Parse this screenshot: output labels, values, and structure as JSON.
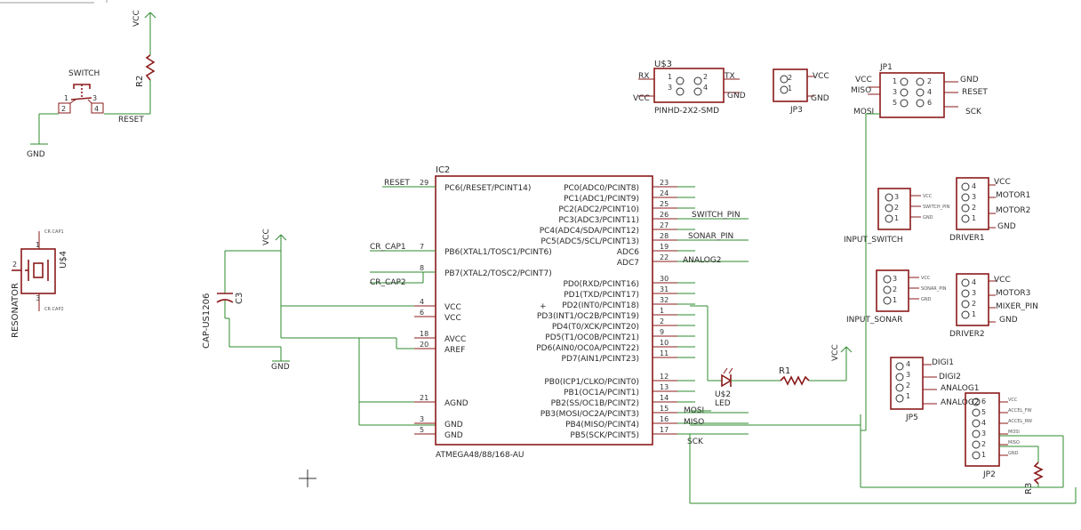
{
  "switch": {
    "name": "SWITCH",
    "pin1": "1",
    "pin2": "2",
    "pin3": "3",
    "pin4": "4",
    "net_reset": "RESET",
    "net_gnd": "GND",
    "res_name": "R2",
    "net_vcc": "VCC"
  },
  "resonator": {
    "name": "U$4",
    "value": "RESONATOR",
    "pin1": "1",
    "pin2": "2",
    "pin3": "3"
  },
  "cap": {
    "name": "C3",
    "value": "CAP-US1206",
    "net_vcc": "VCC",
    "net_gnd": "GND"
  },
  "ic2": {
    "name": "IC2",
    "value": "ATMEGA48/88/168-AU",
    "left_pins": [
      {
        "num": "29",
        "label": "PC6(/RESET/PCINT14)",
        "net": "RESET"
      },
      {
        "num": "7",
        "label": "PB6(XTAL1/TOSC1/PCINT6)",
        "net": "CR_CAP1"
      },
      {
        "num": "8",
        "label": "PB7(XTAL2/TOSC2/PCINT7)",
        "net": "CR_CAP2"
      },
      {
        "num": "4",
        "label": "VCC",
        "net": ""
      },
      {
        "num": "6",
        "label": "VCC",
        "net": ""
      },
      {
        "num": "18",
        "label": "AVCC",
        "net": ""
      },
      {
        "num": "20",
        "label": "AREF",
        "net": ""
      },
      {
        "num": "21",
        "label": "AGND",
        "net": ""
      },
      {
        "num": "3",
        "label": "GND",
        "net": ""
      },
      {
        "num": "5",
        "label": "GND",
        "net": ""
      }
    ],
    "right_pins": [
      {
        "num": "23",
        "label": "PC0(ADC0/PCINT8)",
        "net": ""
      },
      {
        "num": "24",
        "label": "PC1(ADC1/PCINT9)",
        "net": ""
      },
      {
        "num": "25",
        "label": "PC2(ADC2/PCINT10)",
        "net": ""
      },
      {
        "num": "26",
        "label": "PC3(ADC3/PCINT11)",
        "net": "SWITCH_PIN"
      },
      {
        "num": "27",
        "label": "PC4(ADC4/SDA/PCINT12)",
        "net": ""
      },
      {
        "num": "28",
        "label": "PC5(ADC5/SCL/PCINT13)",
        "net": "SONAR_PIN"
      },
      {
        "num": "19",
        "label": "ADC6",
        "net": ""
      },
      {
        "num": "22",
        "label": "ADC7",
        "net": "ANALOG2"
      },
      {
        "num": "30",
        "label": "PD0(RXD/PCINT16)",
        "net": ""
      },
      {
        "num": "31",
        "label": "PD1(TXD/PCINT17)",
        "net": ""
      },
      {
        "num": "32",
        "label": "PD2(INT0/PCINT18)",
        "net": ""
      },
      {
        "num": "1",
        "label": "PD3(INT1/OC2B/PCINT19)",
        "net": ""
      },
      {
        "num": "2",
        "label": "PD4(T0/XCK/PCINT20)",
        "net": ""
      },
      {
        "num": "9",
        "label": "PD5(T1/OC0B/PCINT21)",
        "net": ""
      },
      {
        "num": "10",
        "label": "PD6(AIN0/OC0A/PCINT22)",
        "net": ""
      },
      {
        "num": "11",
        "label": "PD7(AIN1/PCINT23)",
        "net": ""
      },
      {
        "num": "12",
        "label": "PB0(ICP1/CLKO/PCINT0)",
        "net": ""
      },
      {
        "num": "13",
        "label": "PB1(OC1A/PCINT1)",
        "net": ""
      },
      {
        "num": "14",
        "label": "PB2(SS/OC1B/PCINT2)",
        "net": ""
      },
      {
        "num": "15",
        "label": "PB3(MOSI/OC2A/PCINT3)",
        "net": "MOSI"
      },
      {
        "num": "16",
        "label": "PB4(MISO/PCINT4)",
        "net": "MISO"
      },
      {
        "num": "17",
        "label": "PB5(SCK/PCINT5)",
        "net": "SCK"
      }
    ]
  },
  "led": {
    "name": "U$2",
    "value": "LED",
    "res_name": "R1",
    "net_vcc": "VCC"
  },
  "u3": {
    "name": "U$3",
    "value": "PINHD-2X2-SMD",
    "rx": "RX",
    "tx": "TX",
    "vcc": "VCC",
    "gnd": "GND",
    "p1": "1",
    "p2": "2",
    "p3": "3",
    "p4": "4"
  },
  "jp3": {
    "name": "JP3",
    "vcc": "VCC",
    "gnd": "GND",
    "p1": "1",
    "p2": "2"
  },
  "jp1": {
    "name": "JP1",
    "vcc": "VCC",
    "miso": "MISO",
    "mosi": "MOSI",
    "gnd": "GND",
    "reset": "RESET",
    "sck": "SCK",
    "p1": "1",
    "p2": "2",
    "p3": "3",
    "p4": "4",
    "p5": "5",
    "p6": "6"
  },
  "input_switch": {
    "name": "INPUT_SWITCH",
    "p1": "1",
    "p2": "2",
    "p3": "3"
  },
  "input_sonar": {
    "name": "INPUT_SONAR",
    "p1": "1",
    "p2": "2",
    "p3": "3"
  },
  "driver1": {
    "name": "DRIVER1",
    "vcc": "VCC",
    "motor1": "MOTOR1",
    "motor2": "MOTOR2",
    "gnd": "GND",
    "p1": "1",
    "p2": "2",
    "p3": "3",
    "p4": "4"
  },
  "driver2": {
    "name": "DRIVER2",
    "vcc": "VCC",
    "motor3": "MOTOR3",
    "mixer_pin": "MIXER_PIN",
    "gnd": "GND",
    "p1": "1",
    "p2": "2",
    "p3": "3",
    "p4": "4"
  },
  "jp5": {
    "name": "JP5",
    "digi1": "DIGI1",
    "digi2": "DIGI2",
    "analog1": "ANALOG1",
    "analog2": "ANALOG2",
    "p1": "1",
    "p2": "2",
    "p3": "3",
    "p4": "4"
  },
  "jp2": {
    "name": "JP2",
    "res_name": "R3",
    "p1": "1",
    "p2": "2",
    "p3": "3",
    "p4": "4",
    "p5": "5",
    "p6": "6"
  }
}
